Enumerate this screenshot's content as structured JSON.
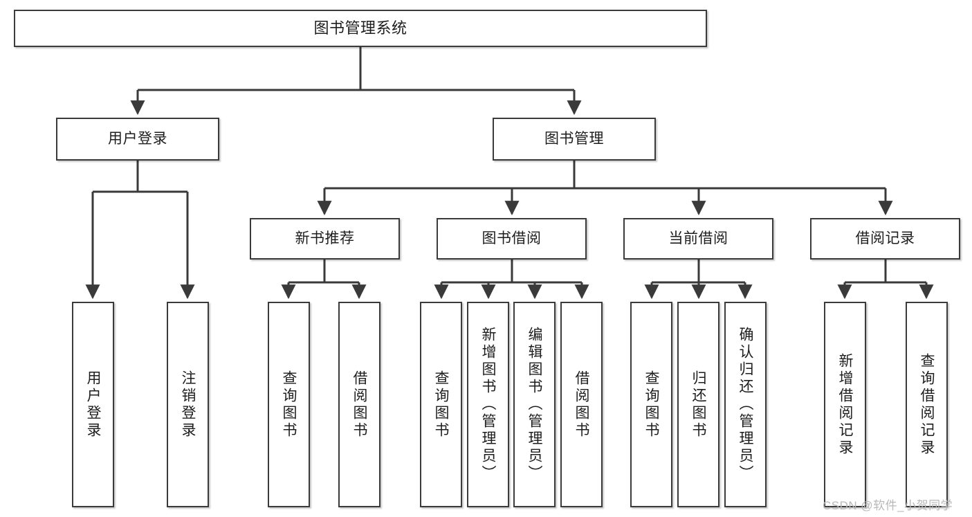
{
  "diagram": {
    "type": "tree",
    "title": "图书管理系统",
    "stroke_color": "#3a3a3a",
    "fill_color": "#ffffff",
    "text_color": "#1d1d1d",
    "root": {
      "label": "图书管理系统"
    },
    "level2": [
      {
        "label": "用户登录"
      },
      {
        "label": "图书管理"
      }
    ],
    "level3": [
      {
        "label": "新书推荐"
      },
      {
        "label": "图书借阅"
      },
      {
        "label": "当前借阅"
      },
      {
        "label": "借阅记录"
      }
    ],
    "leaves": {
      "user_login": [
        {
          "label": "用户登录"
        },
        {
          "label": "注销登录"
        }
      ],
      "new_book": [
        {
          "label": "查询图书"
        },
        {
          "label": "借阅图书"
        }
      ],
      "book_borrow": [
        {
          "label": "查询图书"
        },
        {
          "label": "新增图书（管理员）"
        },
        {
          "label": "编辑图书（管理员）"
        },
        {
          "label": "借阅图书"
        }
      ],
      "current_borrow": [
        {
          "label": "查询图书"
        },
        {
          "label": "归还图书"
        },
        {
          "label": "确认归还（管理员）"
        }
      ],
      "borrow_record": [
        {
          "label": "新增借阅记录"
        },
        {
          "label": "查询借阅记录"
        }
      ]
    }
  },
  "watermark": {
    "text": "CSDN @软件_小贺同学",
    "color": "#b8b8b8"
  }
}
